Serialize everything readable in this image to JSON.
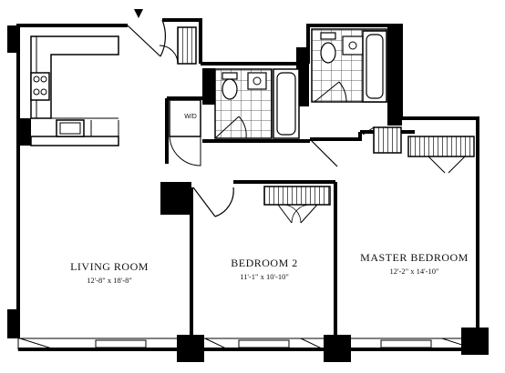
{
  "rooms": {
    "living": {
      "name": "LIVING ROOM",
      "dims": "12'-8\" x 18'-8\""
    },
    "bedroom2": {
      "name": "BEDROOM 2",
      "dims": "11'-1\" x 10'-10\""
    },
    "master": {
      "name": "MASTER BEDROOM",
      "dims": "12'-2\" x 14'-10\""
    }
  },
  "washer_dryer": "W/D",
  "icons": [
    "north-arrow-icon",
    "stove-icon",
    "sink-icon",
    "toilet-icon",
    "bathtub-icon",
    "closet-icon",
    "door-swing-icon"
  ]
}
